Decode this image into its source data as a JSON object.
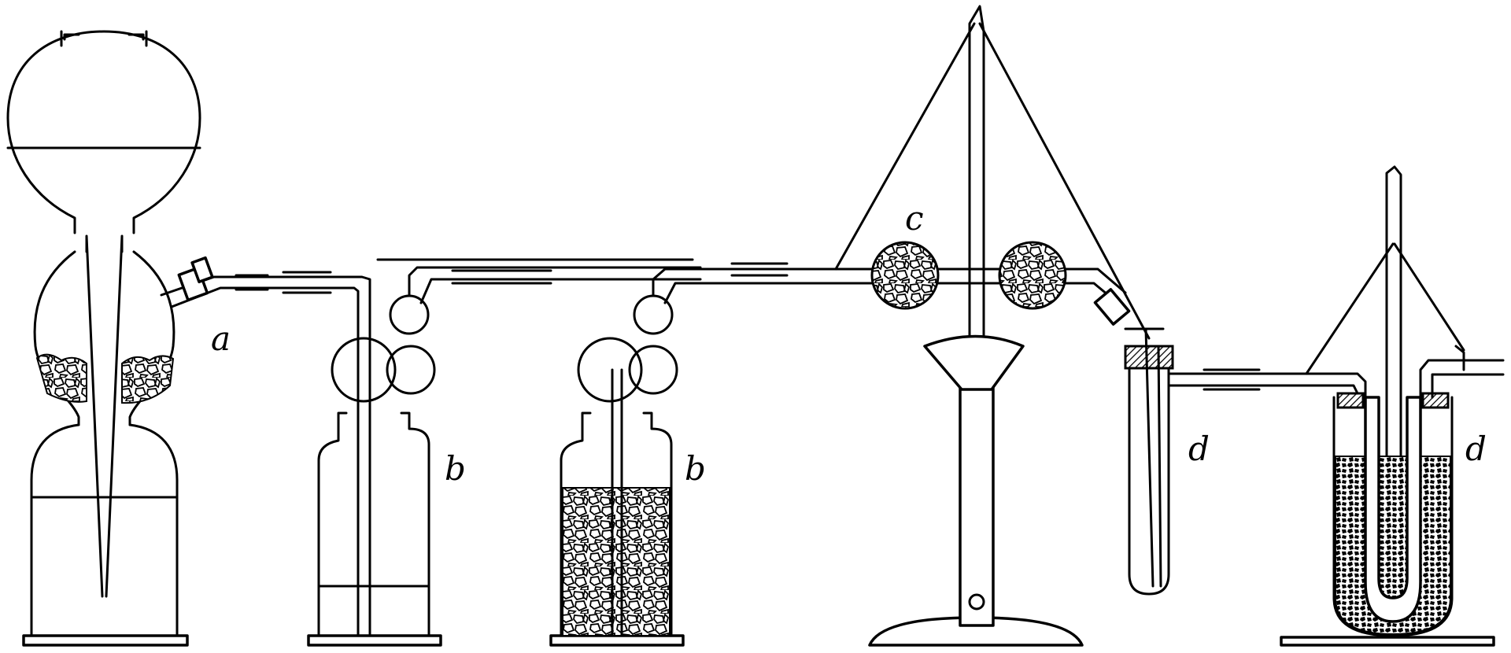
{
  "labels": {
    "a": "a",
    "b1": "b",
    "b2": "b",
    "c": "c",
    "d1": "d",
    "d2": "d"
  },
  "colors": {
    "ink": "#000000",
    "paper": "#ffffff"
  }
}
